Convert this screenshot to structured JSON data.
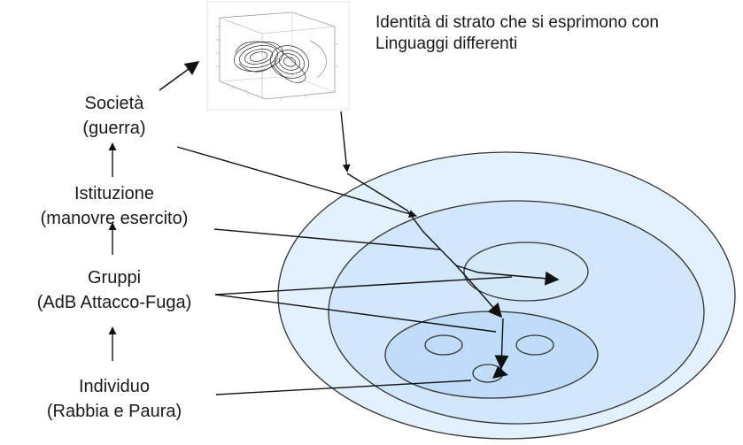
{
  "caption": {
    "line1": "Identità di strato che si esprimono con",
    "line2": "Linguaggi differenti"
  },
  "levels": [
    {
      "title": "Società",
      "subtitle": "(guerra)"
    },
    {
      "title": "Istituzione",
      "subtitle": "(manovre esercito)"
    },
    {
      "title": "Gruppi",
      "subtitle": "(AdB Attacco-Fuga)"
    },
    {
      "title": "Individuo",
      "subtitle": "(Rabbia e Paura)"
    }
  ],
  "thumbnail": {
    "icon": "lorenz-attractor-plot-icon"
  },
  "colors": {
    "outer": "#e3f0fd",
    "middle": "#d2e7fb",
    "inner": "#bfdcf8",
    "core": "#d6e9fb"
  }
}
